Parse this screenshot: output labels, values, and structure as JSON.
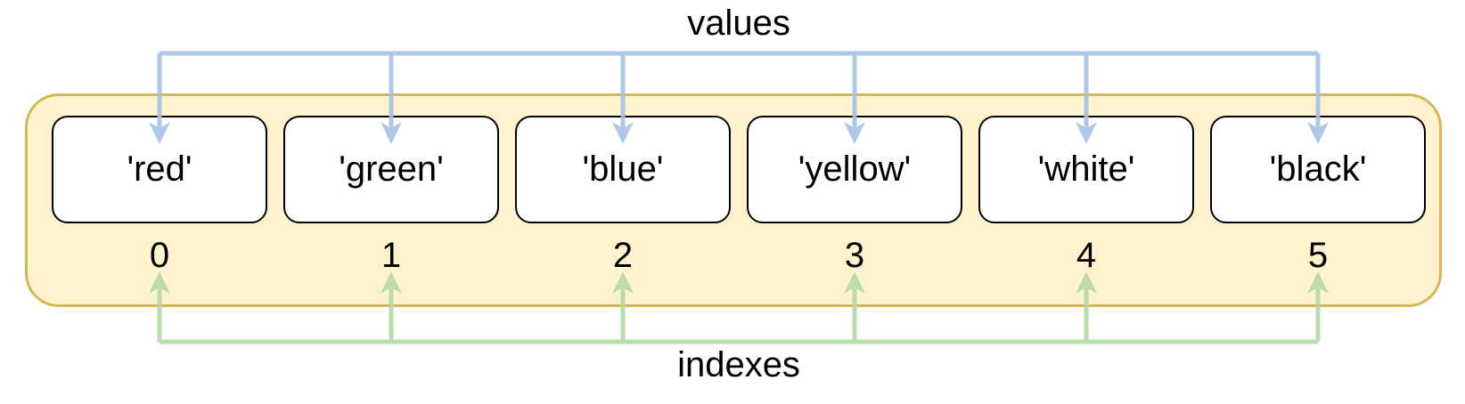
{
  "diagram": {
    "values_label": "values",
    "indexes_label": "indexes",
    "items": [
      {
        "value": "'red'",
        "index": "0"
      },
      {
        "value": "'green'",
        "index": "1"
      },
      {
        "value": "'blue'",
        "index": "2"
      },
      {
        "value": "'yellow'",
        "index": "3"
      },
      {
        "value": "'white'",
        "index": "4"
      },
      {
        "value": "'black'",
        "index": "5"
      }
    ],
    "colors": {
      "values_arrow": "#a6c3e8",
      "indexes_arrow": "#b4d9a4",
      "container_fill": "#fff2cc",
      "container_border": "#d6b656",
      "cell_fill": "#ffffff",
      "cell_border": "#000000",
      "text": "#000000"
    }
  }
}
